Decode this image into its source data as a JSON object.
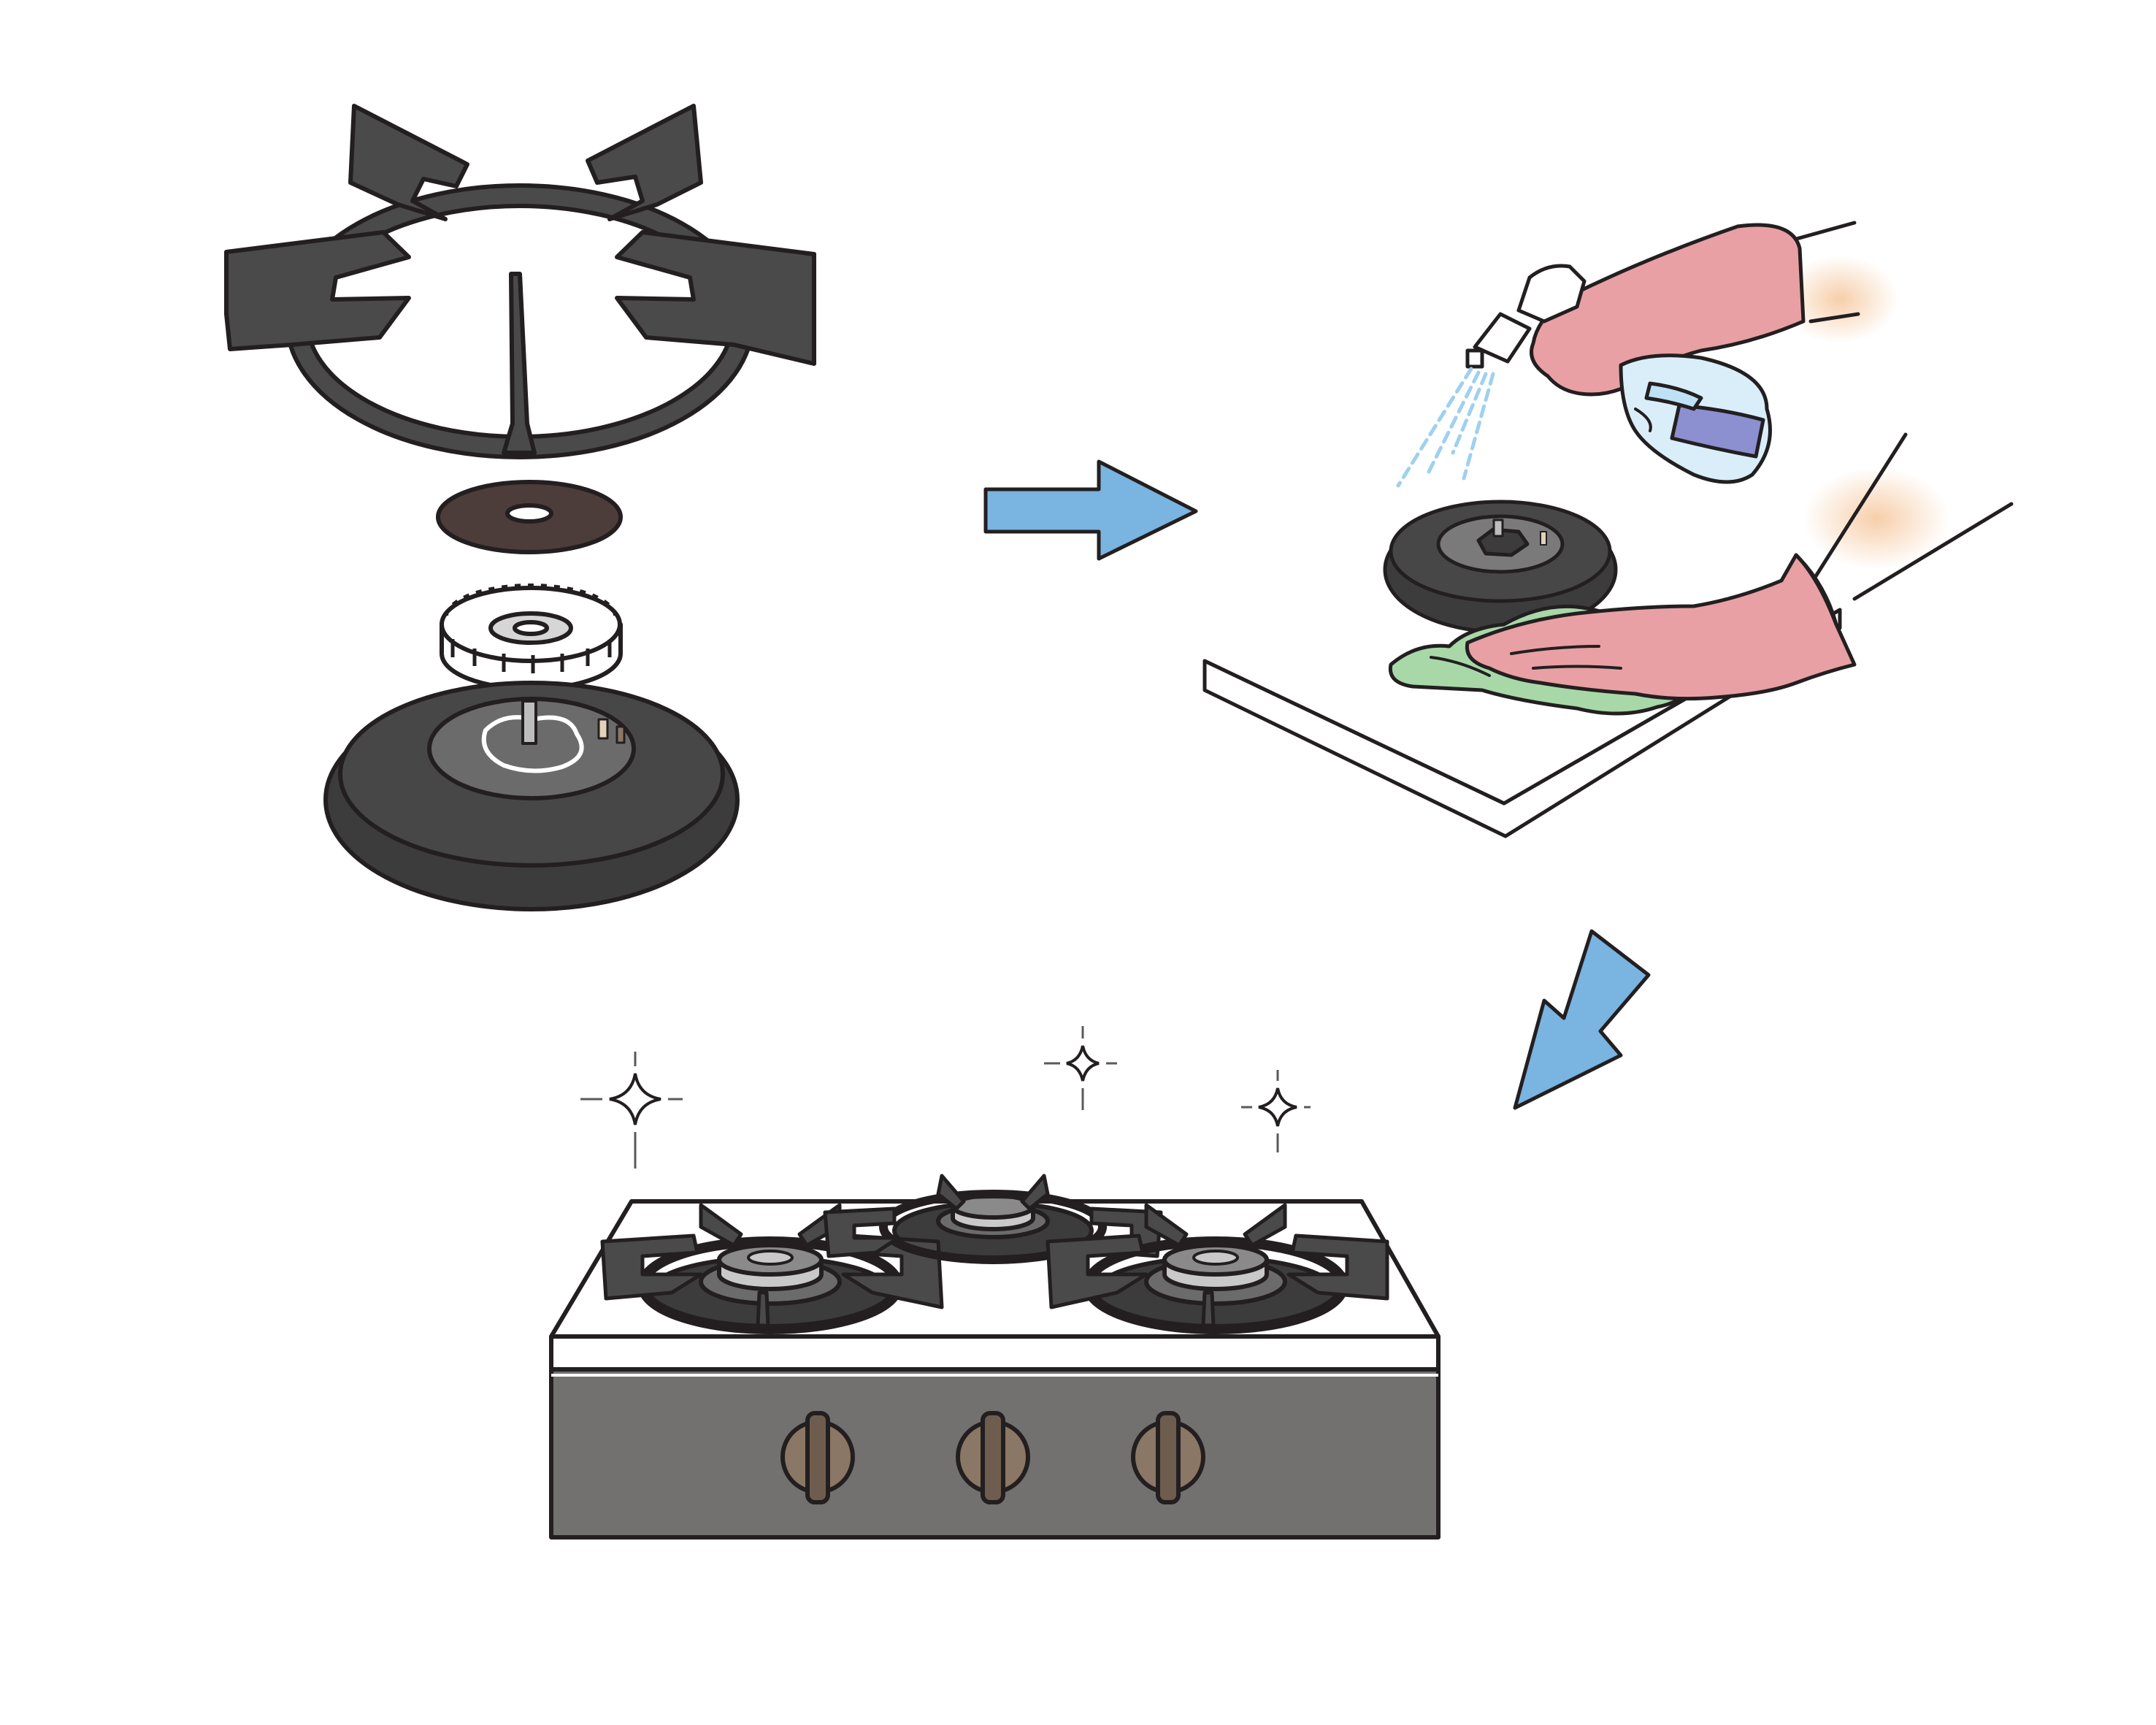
{
  "illustration": {
    "steps": [
      {
        "name": "disassembled-burner-parts"
      },
      {
        "name": "spray-and-wipe-parts"
      },
      {
        "name": "clean-gas-stove"
      }
    ],
    "icons": [
      "trivet-icon",
      "burner-cap-icon",
      "burner-head-icon",
      "drip-pan-icon",
      "arrow-right-icon",
      "arrow-down-left-icon",
      "spray-bottle-icon",
      "gloved-hand-icon",
      "cloth-icon",
      "countertop-icon",
      "sparkle-icon",
      "stove-icon",
      "knob-icon"
    ]
  },
  "colors": {
    "outline": "#231f20",
    "iron": "#4a4a4a",
    "dark_pan": "#3c3c3c",
    "inner_pan": "#636363",
    "arrow": "#7ab4e0",
    "glove": "#e8a0a4",
    "cloth": "#a8d8a8",
    "spray": "#9fd0ef",
    "bottle_label": "#8c8fd0",
    "stove_front": "#737170",
    "knob": "#8b7765",
    "steel": "#c9c9c9",
    "white": "#ffffff"
  }
}
